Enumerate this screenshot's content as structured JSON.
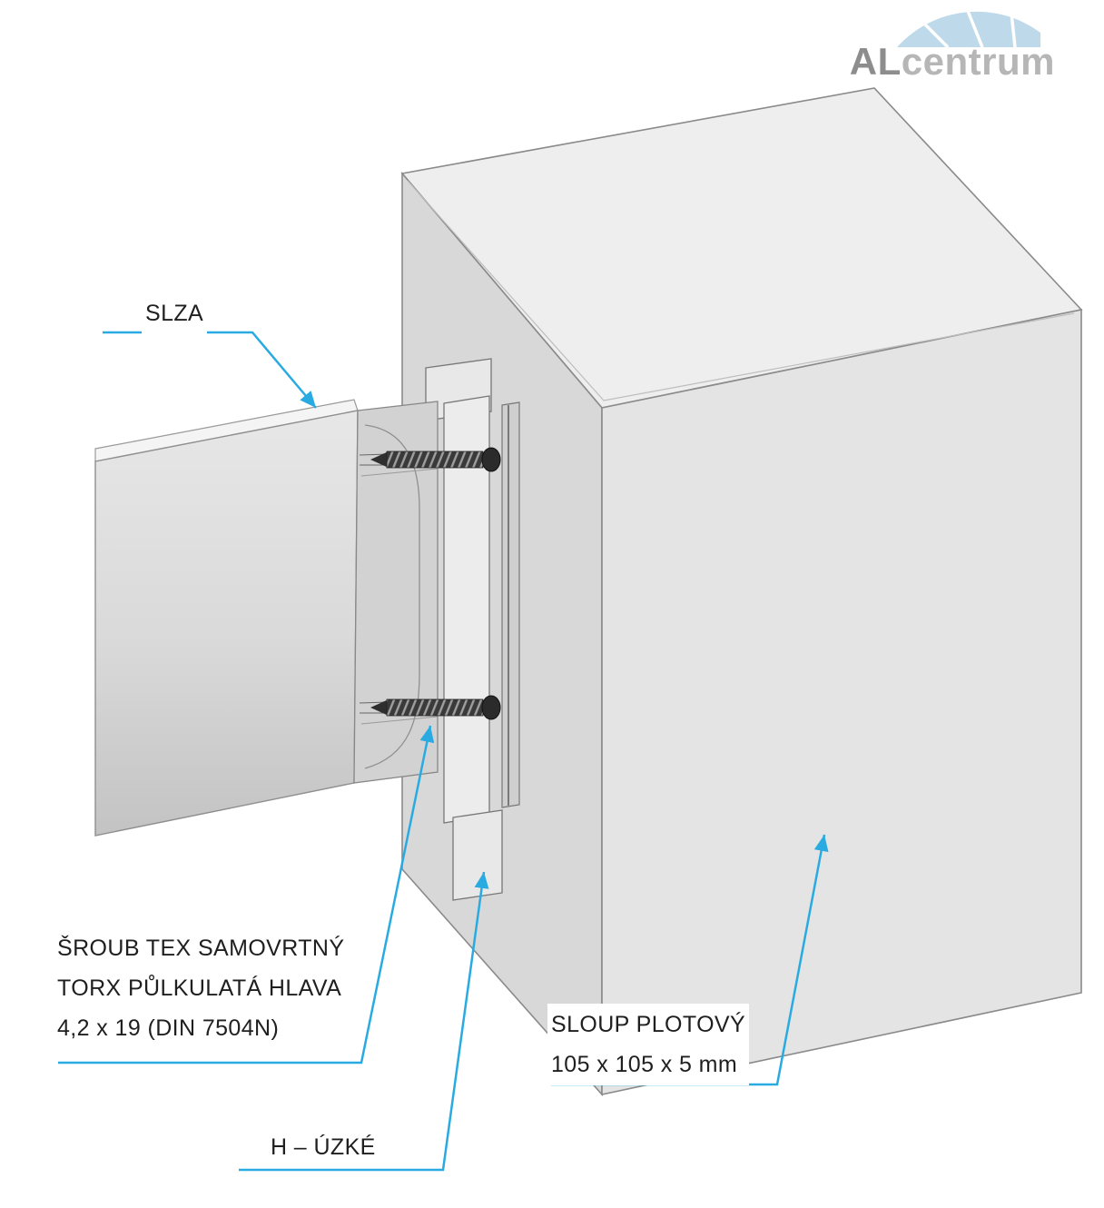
{
  "logo": {
    "al": "AL",
    "centrum": "centrum"
  },
  "annotations": {
    "slza": {
      "label": "SLZA"
    },
    "sroub": {
      "line1": "ŠROUB TEX SAMOVRTNÝ",
      "line2": "TORX PŮLKULATÁ HLAVA",
      "line3": "4,2 x 19 (DIN 7504N)"
    },
    "h_uzke": {
      "label": "H – ÚZKÉ"
    },
    "sloup": {
      "line1": "SLOUP PLOTOVÝ",
      "line2": "105 x 105 x 5 mm"
    }
  },
  "colors": {
    "leader": "#29abe2",
    "text": "#1f1f1f",
    "post_top": "#eeeeee",
    "post_left": "#d8d8d8",
    "post_right": "#e4e4e4",
    "outline": "#8a8a8a",
    "screw": "#3a3a3a",
    "logo_al": "#8d8d8d",
    "logo_centrum": "#b6b6b6",
    "logo_arc": "#bdd9ea"
  }
}
